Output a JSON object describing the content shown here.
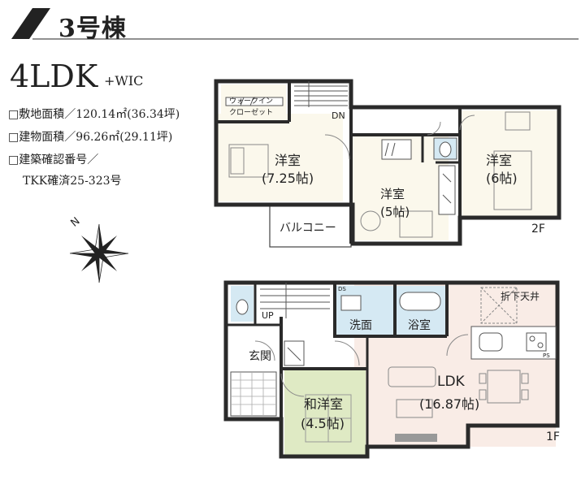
{
  "header": {
    "building_title": "3号棟",
    "layout_type": "4LDK",
    "layout_suffix": "+WIC"
  },
  "specs": [
    "□敷地面積／120.14㎡(36.34坪)",
    "□建物面積／96.26㎡(29.11坪)",
    "□建築確認番号／",
    "TKK確済25-323号"
  ],
  "floor2": {
    "label": "2F",
    "rooms": {
      "walkin_line1": "ウォークイン",
      "walkin_line2": "クローゼット",
      "western1_name": "洋室",
      "western1_size": "(7.25帖)",
      "western2_name": "洋室",
      "western2_size": "(5帖)",
      "western3_name": "洋室",
      "western3_size": "(6帖)",
      "balcony": "バルコニー",
      "dn": "DN"
    }
  },
  "floor1": {
    "label": "1F",
    "rooms": {
      "washroom": "洗面",
      "bathroom": "浴室",
      "entrance": "玄関",
      "ceiling": "折下天井",
      "ldk_name": "LDK",
      "ldk_size": "(16.87帖)",
      "japanese_name": "和洋室",
      "japanese_size": "(4.5帖)",
      "up": "UP",
      "ds": "DS",
      "ps": "PS"
    }
  },
  "colors": {
    "ldk_fill": "#f9ece6",
    "japanese_fill": "#dfeac4",
    "wet_fill": "#d5e9f3",
    "western_fill": "#fbf8ec",
    "wall": "#2a2a2a"
  }
}
